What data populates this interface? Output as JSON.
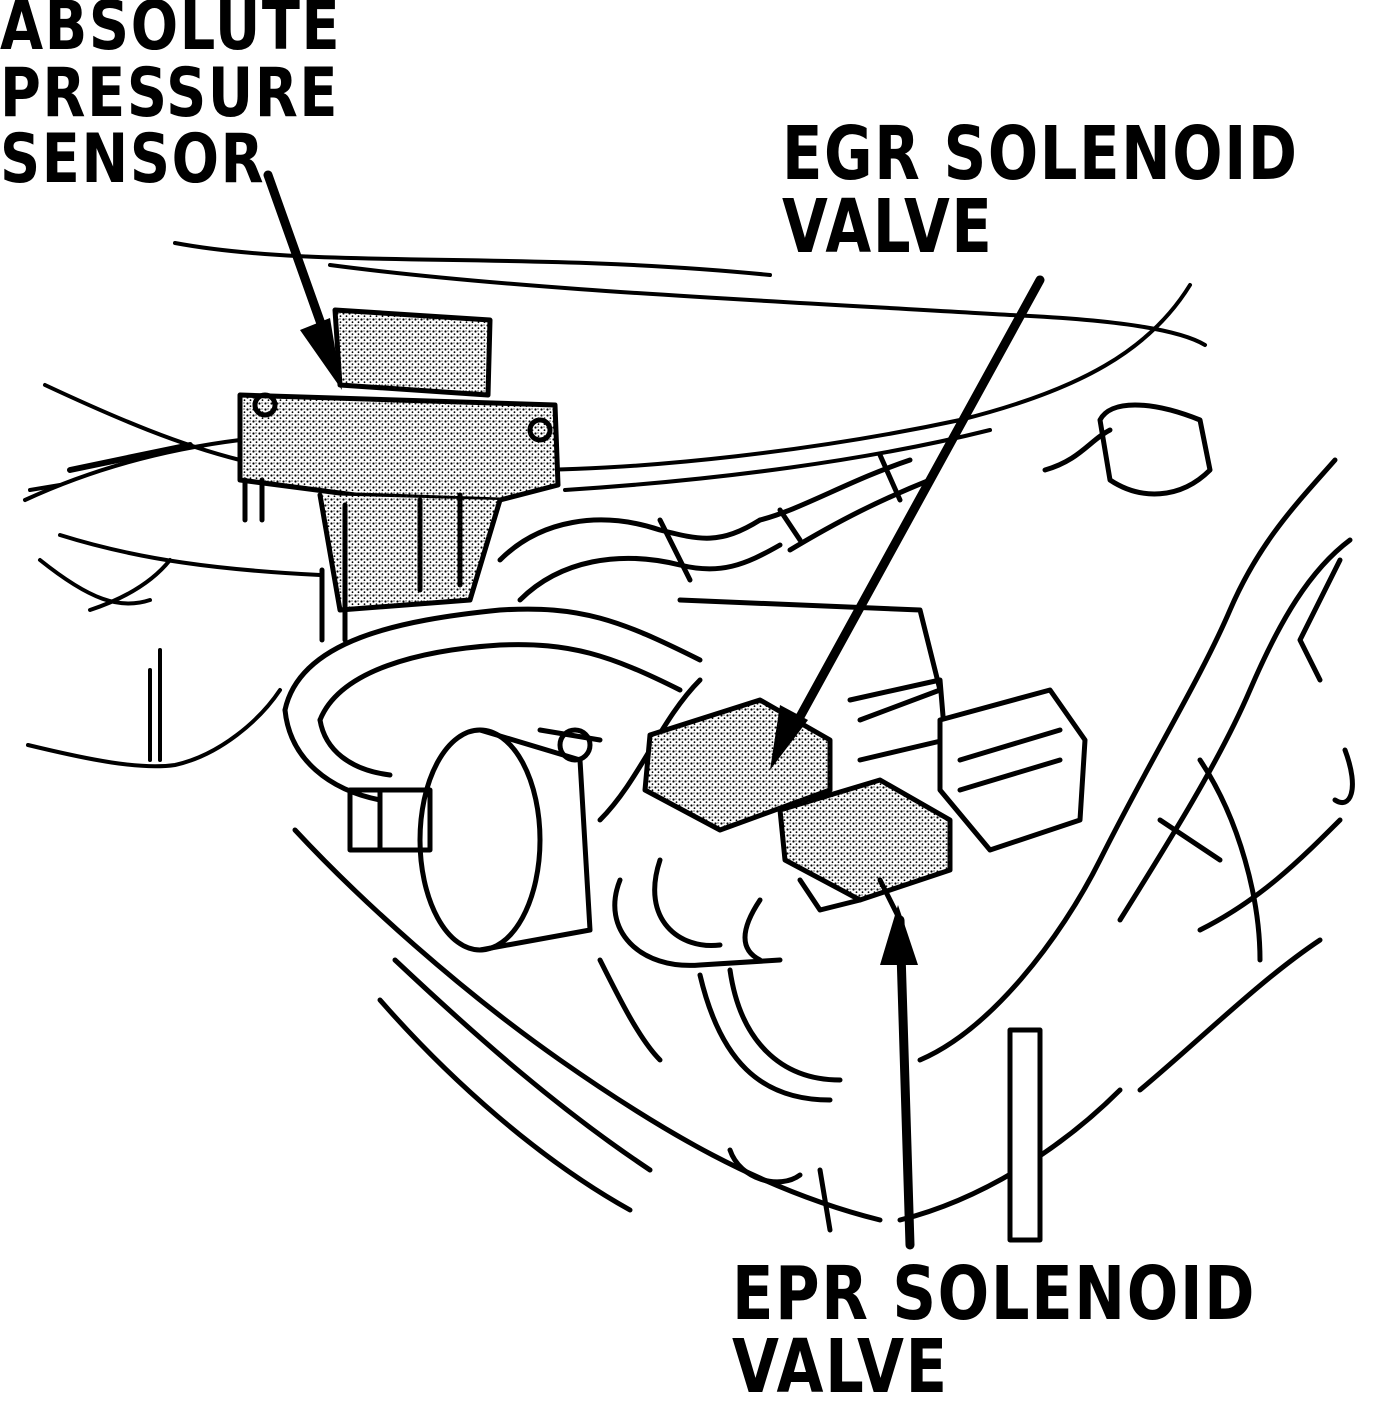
{
  "labels": {
    "map_sensor": [
      "ABSOLUTE",
      "PRESSURE",
      "SENSOR"
    ],
    "egr_valve": [
      "EGR SOLENOID",
      "VALVE"
    ],
    "epr_valve": [
      "EPR SOLENOID",
      "VALVE"
    ]
  },
  "colors": {
    "ink": "#000000",
    "paper": "#ffffff",
    "stipple": "#8a8a8a"
  }
}
